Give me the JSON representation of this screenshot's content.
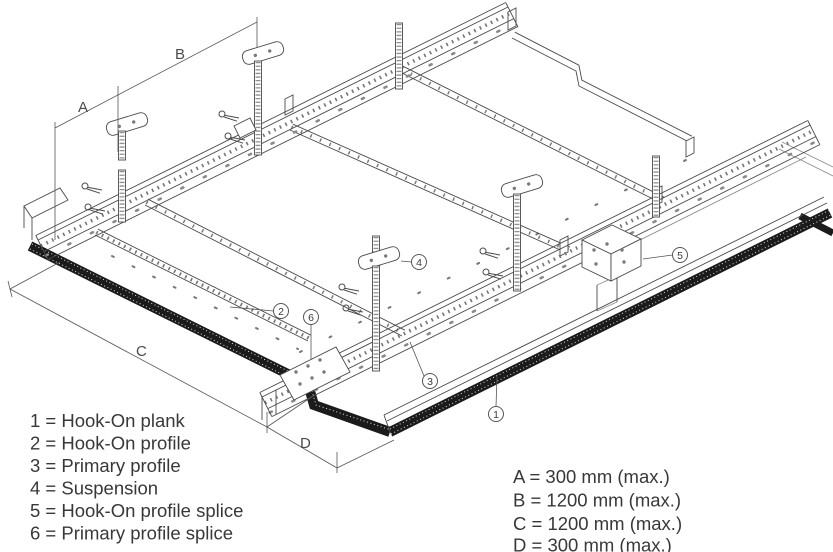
{
  "figure": {
    "type": "isometric-technical-diagram",
    "subject": "Hook-On plank suspended ceiling installation drawing",
    "legend": {
      "items": [
        {
          "label": "1 = Hook-On plank"
        },
        {
          "label": "2 = Hook-On profile"
        },
        {
          "label": "3 = Primary profile"
        },
        {
          "label": "4 = Suspension"
        },
        {
          "label": "5 = Hook-On profile splice"
        },
        {
          "label": "6 = Primary profile splice"
        }
      ]
    },
    "dimensions": {
      "items": [
        {
          "label": "A = 300 mm (max.)"
        },
        {
          "label": "B = 1200 mm (max.)"
        },
        {
          "label": "C = 1200 mm (max.)"
        },
        {
          "label": "D = 300 mm (max.)"
        }
      ]
    },
    "dimension_letters": {
      "a": "A",
      "b": "B",
      "c": "C",
      "d": "D"
    },
    "callouts": {
      "c1": "1",
      "c2": "2",
      "c3": "3",
      "c4": "4",
      "c5": "5",
      "c6": "6"
    }
  }
}
